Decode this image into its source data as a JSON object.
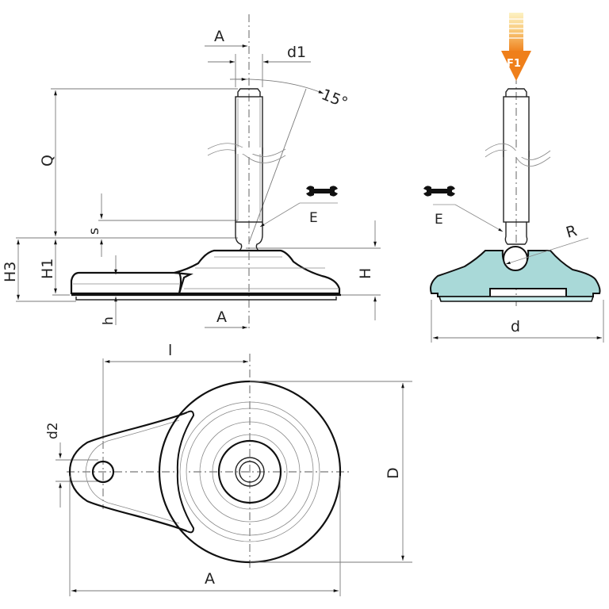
{
  "drawing": {
    "title": "Swivel levelling foot with fixing lug — dimensional drawing",
    "colors": {
      "line": "#111111",
      "dimension_line": "#7a7a7a",
      "section_fill": "#a9d9d8",
      "section_fill_light": "#c8ebea",
      "force_arrow": "#f08a24",
      "force_arrow_light": "#fbe6a0"
    },
    "side_view": {
      "labels": {
        "A_top": "A",
        "d1": "d1",
        "angle": "15°",
        "Q": "Q",
        "s": "s",
        "H3": "H3",
        "H1": "H1",
        "h": "h",
        "H": "H",
        "E": "E",
        "A_bottom": "A"
      },
      "icons": [
        "wrench-icon"
      ]
    },
    "section_view": {
      "force_label": "F1",
      "labels": {
        "E": "E",
        "R": "R",
        "d": "d"
      },
      "icons": [
        "wrench-icon",
        "force-arrow-icon"
      ]
    },
    "top_view": {
      "labels": {
        "l": "l",
        "d2": "d2",
        "D": "D",
        "A": "A"
      }
    }
  }
}
